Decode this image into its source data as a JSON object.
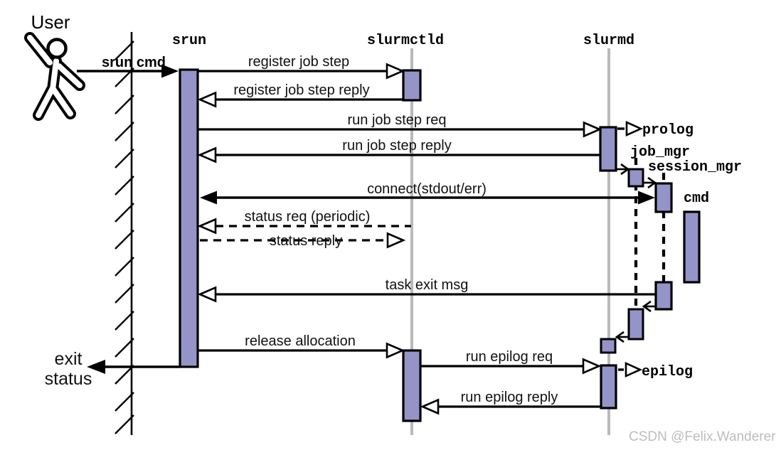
{
  "colors": {
    "activation_fill": "#9494c8",
    "lifeline_gray": "#b9b9b9",
    "watermark_gray": "#bdbdbd"
  },
  "actors": {
    "user_label": "User",
    "srun_label": "srun",
    "slurmctld_label": "slurmctld",
    "slurmd_label": "slurmd",
    "job_mgr_label": "job_mgr",
    "session_mgr_label": "session_mgr",
    "cmd_label": "cmd",
    "prolog_label": "prolog",
    "epilog_label": "epilog"
  },
  "messages": {
    "srun_cmd": "srun cmd",
    "register_job_step": "register job step",
    "register_job_step_reply": "register job step reply",
    "run_job_step_req": "run job step req",
    "run_job_step_reply": "run job step reply",
    "connect_stdout_err": "connect(stdout/err)",
    "status_req": "status req (periodic)",
    "status_reply": "status reply",
    "task_exit_msg": "task exit msg",
    "release_allocation": "release allocation",
    "run_epilog_req": "run epilog req",
    "run_epilog_reply": "run epilog reply",
    "exit_status_line1": "exit",
    "exit_status_line2": "status"
  },
  "watermark": "CSDN @Felix.Wanderer"
}
